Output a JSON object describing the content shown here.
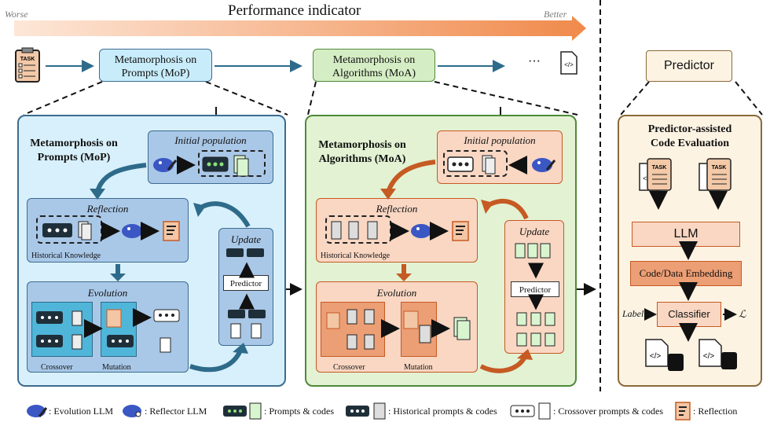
{
  "header": {
    "title": "Performance indicator",
    "worse": "Worse",
    "better": "Better"
  },
  "flow": {
    "mop_box": "Metamorphosis on Prompts (MoP)",
    "mop_line1": "Metamorphosis on",
    "mop_line2": "Prompts (MoP)",
    "moa_line1": "Metamorphosis on",
    "moa_line2": "Algorithms (MoA)",
    "ellipsis": "···",
    "task_label": "TASK",
    "code_symbol": "</>"
  },
  "mop_panel": {
    "title_line1": "Metamorphosis on",
    "title_line2": "Prompts (MoP)",
    "initial_population": "Initial population",
    "reflection": "Reflection",
    "historical_knowledge": "Historical Knowledge",
    "evolution": "Evolution",
    "crossover": "Crossover",
    "mutation": "Mutation",
    "update": "Update",
    "predictor": "Predictor"
  },
  "moa_panel": {
    "title_line1": "Metamorphosis on",
    "title_line2": "Algorithms (MoA)",
    "initial_population": "Initial population",
    "reflection": "Reflection",
    "historical_knowledge": "Historical Knowledge",
    "evolution": "Evolution",
    "crossover": "Crossover",
    "mutation": "Mutation",
    "update": "Update",
    "predictor": "Predictor"
  },
  "predictor_panel": {
    "header": "Predictor",
    "title_line1": "Predictor-assisted",
    "title_line2": "Code Evaluation",
    "llm": "LLM",
    "embedding": "Code/Data Embedding",
    "classifier": "Classifier",
    "label_in": "Label",
    "loss": "ℒ"
  },
  "legend": {
    "evolution_llm": ": Evolution LLM",
    "reflector_llm": ": Reflector LLM",
    "prompts_codes": ": Prompts & codes",
    "historical": ": Historical prompts & codes",
    "crossover": ": Crossover prompts & codes",
    "reflection": ": Reflection"
  },
  "colors": {
    "mop_bg": "#d8f0fb",
    "moa_bg": "#e2f2d3",
    "pred_bg": "#fdf3e3",
    "orange": "#c65a23",
    "blue": "#3d6b8f"
  }
}
